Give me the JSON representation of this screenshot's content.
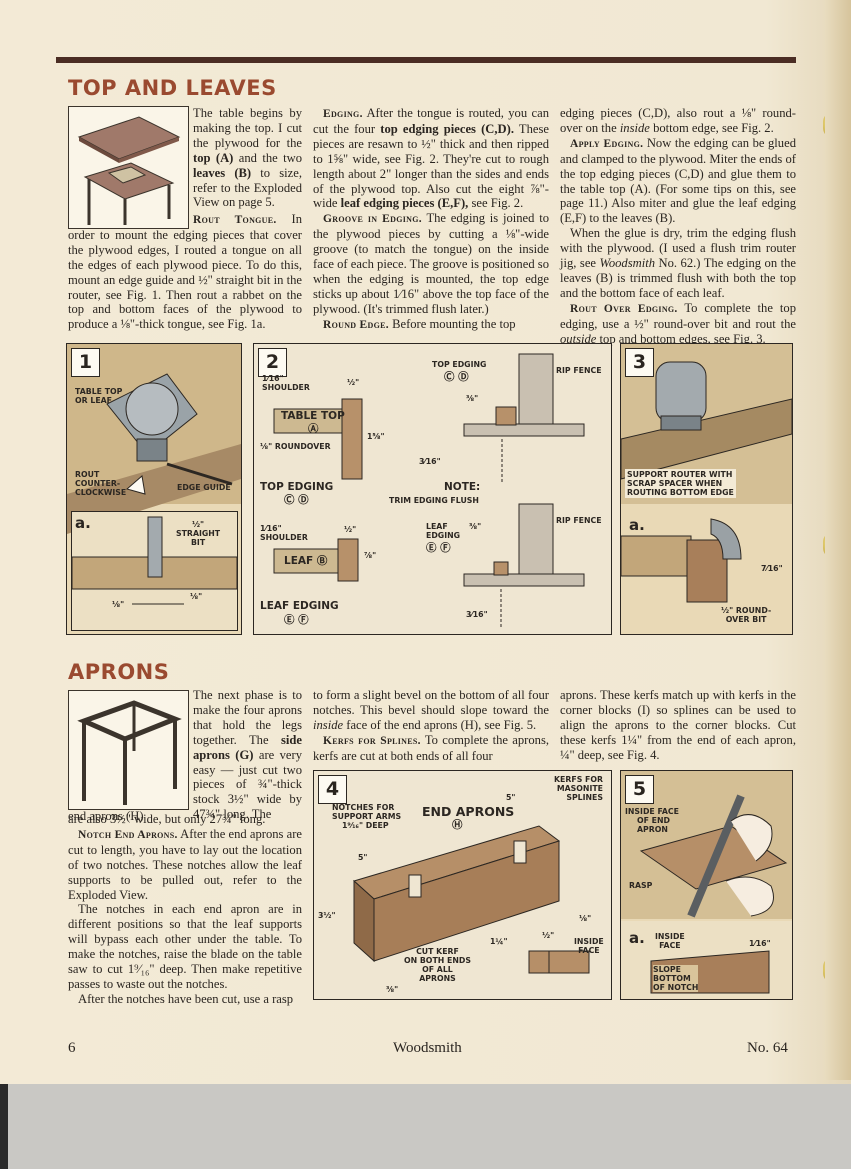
{
  "sections": {
    "top_leaves": "TOP AND LEAVES",
    "aprons": "APRONS"
  },
  "col1": {
    "p1": "The table begins by making the top. I cut the plywood for the",
    "p1b_bold": "top (A)",
    "p1c": "and the two",
    "p1d_bold": "leaves (B)",
    "p1e": "to size, refer to the Exploded View on page 5.",
    "h2": "Rout Tongue.",
    "p2": "In order to mount the edging pieces that cover the plywood edges, I routed a tongue on all the edges of each plywood piece. To do this, mount an edge guide and ½\" straight bit in the router, see Fig. 1. Then rout a rabbet on the top and bottom faces of the plywood to produce a ⅛\"-thick tongue, see Fig. 1a."
  },
  "col2": {
    "h1": "Edging.",
    "p1": "After the tongue is routed, you can cut the four",
    "p1b": "top edging pieces (C,D).",
    "p1c": "These pieces are resawn to ½\" thick and then ripped to 1⅝\" wide, see Fig. 2. They're cut to rough length about 2\" longer than the sides and ends of the plywood top. Also cut the eight ⅞\"-wide",
    "p1d": "leaf edging pieces (E,F),",
    "p1e": "see Fig. 2.",
    "h2": "Groove in Edging.",
    "p2": "The edging is joined to the plywood pieces by cutting a ⅛\"-wide groove (to match the tongue) on the inside face of each piece. The groove is positioned so when the edging is mounted, the top edge sticks up about 1⁄16\" above the top face of the plywood. (It's trimmed flush later.)",
    "h3": "Round Edge.",
    "p3": "Before mounting the top"
  },
  "col3": {
    "p0a": "edging pieces (C,D), also rout a ⅛\" round-over on the",
    "p0i": "inside",
    "p0b": "bottom edge, see Fig. 2.",
    "h1": "Apply Edging.",
    "p1": "Now the edging can be glued and clamped to the plywood. Miter the ends of the top edging pieces (C,D) and glue them to the table top (A). (For some tips on this, see page 11.) Also miter and glue the leaf edging (E,F) to the leaves (B).",
    "p2": "When the glue is dry, trim the edging flush with the plywood. (I used a flush trim router jig, see",
    "p2i": "Woodsmith",
    "p2b": "No. 62.) The edging on the leaves (B) is trimmed flush with both the top and the bottom face of each leaf.",
    "h3": "Rout Over Edging.",
    "p3a": "To complete the top edging, use a ½\" round-over bit and rout the",
    "p3i": "outside",
    "p3b": "top and bottom edges, see Fig. 3."
  },
  "fig1": {
    "num": "1",
    "table_top": "TABLE TOP",
    "or_leaf": "OR LEAF",
    "rout": "ROUT",
    "counter": "COUNTER-",
    "clockwise": "CLOCKWISE",
    "edge_guide": "EDGE GUIDE",
    "a": "a.",
    "half": "½\"",
    "straight": "STRAIGHT",
    "bit": "BIT",
    "eighth1": "⅛\"",
    "eighth2": "⅛\""
  },
  "fig2": {
    "num": "2",
    "s1": "1⁄16\"",
    "shoulder1": "SHOULDER",
    "h1": "½\"",
    "table_top": "TABLE TOP",
    "A": "Ⓐ",
    "t158": "1⅝\"",
    "roundover": "⅛\" ROUNDOVER",
    "top_edging": "TOP EDGING",
    "cd": "Ⓒ Ⓓ",
    "s2": "1⁄16\"",
    "shoulder2": "SHOULDER",
    "h2": "½\"",
    "leaf": "LEAF",
    "B": "Ⓑ",
    "t78": "⅞\"",
    "leaf_edging": "LEAF EDGING",
    "ef": "Ⓔ Ⓕ",
    "top_edging_r": "TOP EDGING",
    "cd_r": "Ⓒ Ⓓ",
    "d38a": "⅜\"",
    "d316a": "3⁄16\"",
    "rip1": "RIP FENCE",
    "note": "NOTE:",
    "trim": "TRIM EDGING FLUSH",
    "leaf_edging_r1": "LEAF",
    "leaf_edging_r2": "EDGING",
    "ef_r": "Ⓔ Ⓕ",
    "d38b": "⅜\"",
    "d316b": "3⁄16\"",
    "rip2": "RIP FENCE"
  },
  "fig3": {
    "num": "3",
    "l1": "SUPPORT ROUTER WITH",
    "l2": "SCRAP SPACER WHEN",
    "l3": "ROUTING BOTTOM EDGE",
    "a": "a.",
    "d716": "7⁄16\"",
    "ro1": "½\" ROUND-",
    "ro2": "OVER BIT"
  },
  "ap1": {
    "p1": "The next phase is to make the four aprons that hold the legs together. The",
    "p1b": "side aprons (G)",
    "p1c": "are very easy — just cut two pieces of ¾\"-thick stock 3½\" wide by 47¾\" long. The",
    "p1d": "end aprons (H)",
    "p1e": "are also 3½\" wide, but only 27¾\" long.",
    "h2": "Notch End Aprons.",
    "p2": "After the end aprons are cut to length, you have to lay out the location of two notches. These notches allow the leaf supports to be pulled out, refer to the Exploded View.",
    "p3": "The notches in each end apron are in different positions so that the leaf supports will bypass each other under the table. To make the notches, raise the blade on the table saw to cut 1⁹⁄₁₆\" deep. Then make repetitive passes to waste out the notches.",
    "p4": "After the notches have been cut, use a rasp"
  },
  "ap2": {
    "p1a": "to form a slight bevel on the bottom of all four notches. This bevel should slope toward the",
    "p1i": "inside",
    "p1b": "face of the end aprons (H), see Fig. 5.",
    "h2": "Kerfs for Splines.",
    "p2": "To complete the aprons, kerfs are cut at both ends of all four"
  },
  "ap3": {
    "p1": "aprons. These kerfs match up with kerfs in the corner blocks (I) so splines can be used to align the aprons to the corner blocks. Cut these kerfs 1¼\" from the end of each apron, ¼\" deep, see Fig. 4."
  },
  "fig4": {
    "num": "4",
    "notches1": "NOTCHES FOR",
    "notches2": "SUPPORT ARMS",
    "notches3": "1⁹⁄₁₆\" DEEP",
    "end_aprons": "END APRONS",
    "H": "Ⓗ",
    "five1": "5\"",
    "five2": "5\"",
    "kerfs1": "KERFS FOR",
    "kerfs2": "MASONITE",
    "kerfs3": "SPLINES",
    "h312": "3½\"",
    "h18": "⅛\"",
    "w114": "1¼\"",
    "w12": "½\"",
    "inside1": "INSIDE",
    "inside2": "FACE",
    "cut1": "CUT KERF",
    "cut2": "ON BOTH ENDS",
    "cut3": "OF ALL",
    "cut4": "APRONS",
    "b38": "⅜\""
  },
  "fig5": {
    "num": "5",
    "if1": "INSIDE FACE",
    "if2": "OF END",
    "if3": "APRON",
    "rasp": "RASP",
    "a": "a.",
    "inside": "INSIDE",
    "face": "FACE",
    "d116": "1⁄16\"",
    "slope1": "SLOPE",
    "slope2": "BOTTOM",
    "slope3": "OF NOTCH"
  },
  "footer": {
    "page": "6",
    "magazine": "Woodsmith",
    "issue": "No. 64"
  }
}
